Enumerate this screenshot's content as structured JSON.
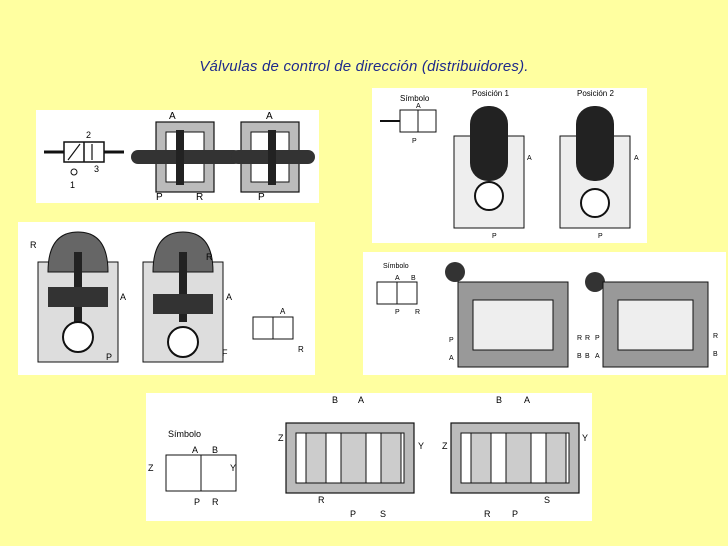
{
  "page": {
    "title": "Válvulas de control de dirección (distribuidores)."
  },
  "panels": {
    "p1": {
      "symbol_ports": [
        "2",
        "3",
        "1"
      ],
      "left_valve": [
        "A",
        "P",
        "R"
      ],
      "right_valve": [
        "A",
        "P"
      ]
    },
    "p2": {
      "symbol_label": "Símbolo",
      "pos1_label": "Posición 1",
      "pos2_label": "Posición 2",
      "ports": [
        "A",
        "P",
        "A",
        "P",
        "A",
        "P"
      ]
    },
    "p3": {
      "left_valve": [
        "R",
        "R",
        "A",
        "P"
      ],
      "right_valve": [
        "R",
        "A",
        "F"
      ],
      "symbol_ports": [
        "A",
        "R"
      ]
    },
    "p4": {
      "symbol_label": "Símbolo",
      "symbol_ports": [
        "A",
        "B",
        "P",
        "R"
      ],
      "left_valve": [
        "P",
        "A",
        "R",
        "B"
      ],
      "right_valve": [
        "R",
        "P",
        "B",
        "A",
        "R",
        "B"
      ]
    },
    "p5": {
      "symbol_label": "Símbolo",
      "symbol_ports": [
        "A",
        "B",
        "Z",
        "Y",
        "P",
        "R"
      ],
      "left_valve": [
        "B",
        "A",
        "Z",
        "Y",
        "R",
        "P",
        "S"
      ],
      "right_valve": [
        "B",
        "A",
        "Z",
        "Y",
        "R",
        "P",
        "S"
      ]
    }
  },
  "colors": {
    "background": "#FFFFA0",
    "title": "#1F2A8C",
    "panel": "#FFFFFF",
    "ink": "#111111"
  }
}
